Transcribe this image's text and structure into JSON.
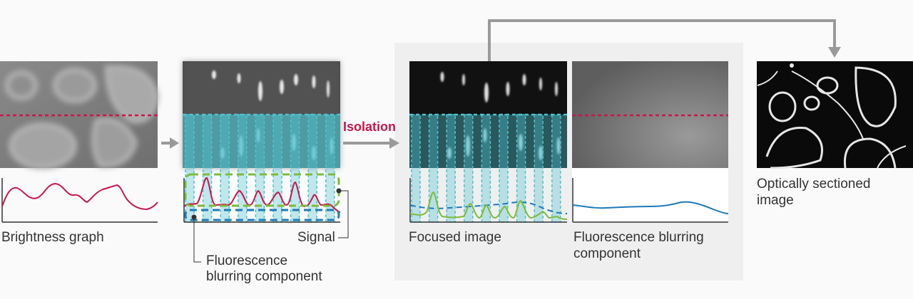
{
  "labels": {
    "brightness_graph": "Brightness graph",
    "signal": "Signal",
    "fluorescence_blurring_line1": "Fluorescence",
    "fluorescence_blurring_line2": "blurring component",
    "isolation": "Isolation",
    "focused_image": "Focused image",
    "fluorescence_blurring_b_line1": "Fluorescence blurring",
    "fluorescence_blurring_b_line2": "component",
    "optically_sectioned_line1": "Optically sectioned",
    "optically_sectioned_line2": "image"
  },
  "colors": {
    "background": "#fafafa",
    "panel": "#efefef",
    "arrow": "#9a9a9a",
    "dashed_red": "#c8174a",
    "signal_curve": "#c8174a",
    "signal_green": "#7dbb3a",
    "blur_blue": "#1f7ab8",
    "stripe_cyan": "#4fc3d0",
    "isolation_text": "#c8174a"
  },
  "icons": {
    "flow_arrow": "arrow-right-icon",
    "feedback_arrow": "arrow-down-icon"
  }
}
